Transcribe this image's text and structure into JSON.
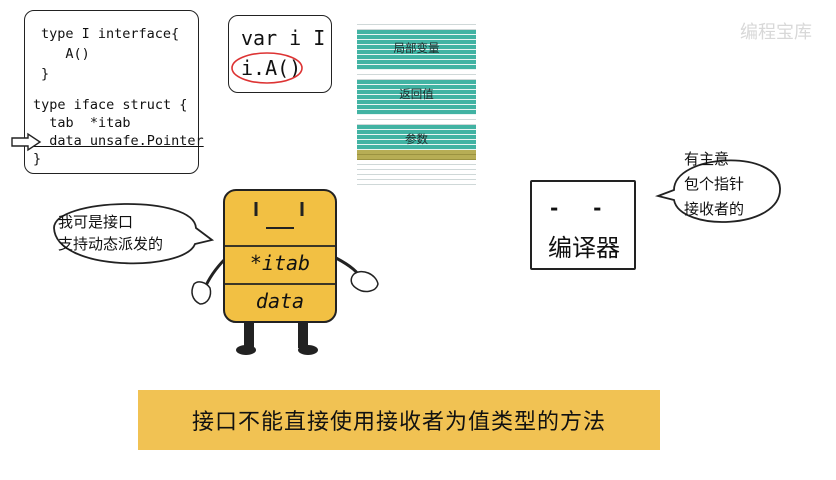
{
  "code_box": {
    "lines": [
      "type I interface{",
      "   A()",
      "}",
      "type iface struct {",
      "  tab  *itab",
      "  data unsafe.Pointer",
      "}"
    ]
  },
  "var_box": {
    "line1": "var i I",
    "line2": "i.A()"
  },
  "stack": {
    "labels": [
      "局部变量",
      "返回值",
      "参数"
    ],
    "colors": {
      "teal": "#41b3a3",
      "olive": "#b7ad55"
    }
  },
  "mascot": {
    "field1": "*itab",
    "field2": "data",
    "body_color": "#f2c043"
  },
  "left_bubble": {
    "line1": "我可是接口",
    "line2": "支持动态派发的"
  },
  "compiler": {
    "eyes": "-     -",
    "label": "编译器"
  },
  "right_bubble": {
    "line1": "有主意",
    "line2": "包个指针",
    "line3": "接收者的"
  },
  "banner": {
    "text": "接口不能直接使用接收者为值类型的方法",
    "color": "#f1c253"
  },
  "watermark": "编程宝库"
}
